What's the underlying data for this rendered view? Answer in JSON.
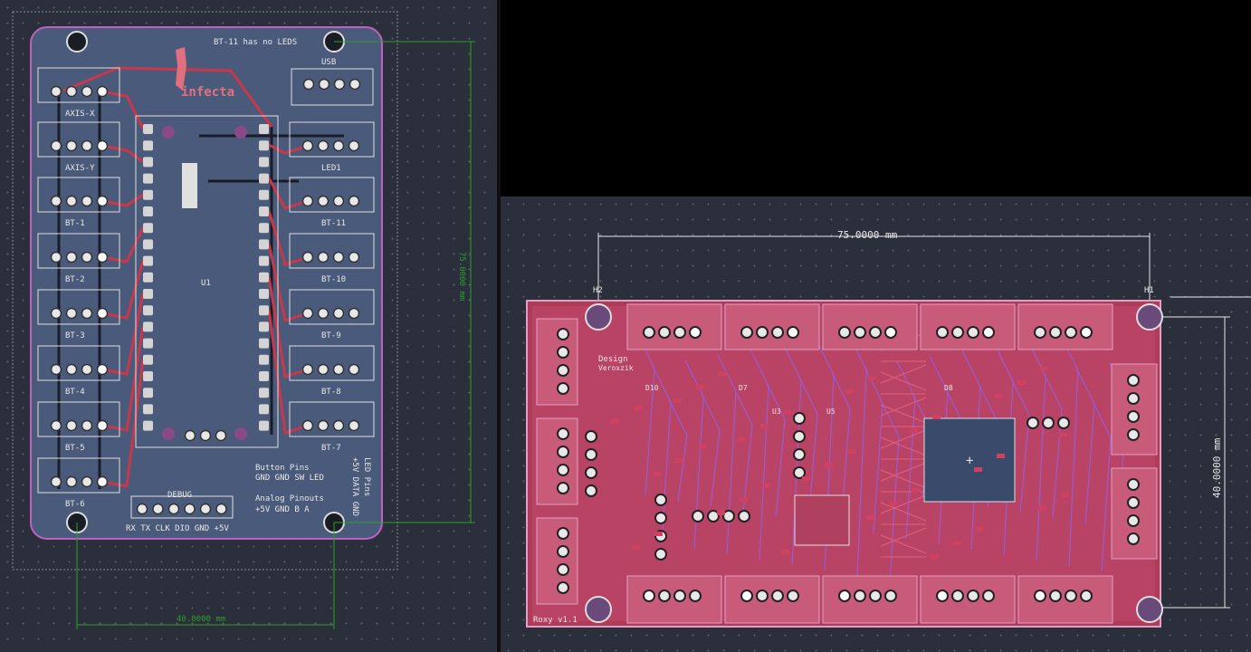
{
  "left_board": {
    "title_note": "BT-11 has no LEDS",
    "logo_text": "infecta",
    "usb_label": "USB",
    "mcu_label": "U1",
    "connectors_left": [
      "AXIS-X",
      "AXIS-Y",
      "BT-1",
      "BT-2",
      "BT-3",
      "BT-4",
      "BT-5",
      "BT-6"
    ],
    "connectors_right": [
      "LED1",
      "BT-11",
      "BT-10",
      "BT-9",
      "BT-8",
      "BT-7"
    ],
    "debug_label": "DEBUG",
    "debug_pins": "RX TX CLK DIO GND +5V",
    "button_pins_title": "Button Pins",
    "button_pins_desc": "GND GND SW LED",
    "analog_title": "Analog Pinouts",
    "analog_desc": "+5V GND B A",
    "led_pins_title": "LED Pins",
    "led_pins_desc": "+5V DATA GND",
    "dim_vertical": "75.0000 mm",
    "dim_horizontal": "40.0000 mm"
  },
  "right_board": {
    "dim_horizontal": "75.0000 mm",
    "dim_vertical": "40.0000 mm",
    "hole_left_label": "H2",
    "hole_right_label": "H1",
    "board_name": "Roxy v1.1",
    "author_label": "Design",
    "author_name": "Veroxzik",
    "designators": [
      "D10",
      "D8",
      "D7",
      "U5",
      "U3"
    ]
  },
  "colors": {
    "background": "#2a2f3b",
    "board_fill": "#4a5a7a",
    "copper_front": "#c8384a",
    "copper_back": "#1a1d28",
    "silkscreen": "#e8e8e8",
    "dimension": "#2a9a2a",
    "pad": "#c8c8c8"
  }
}
